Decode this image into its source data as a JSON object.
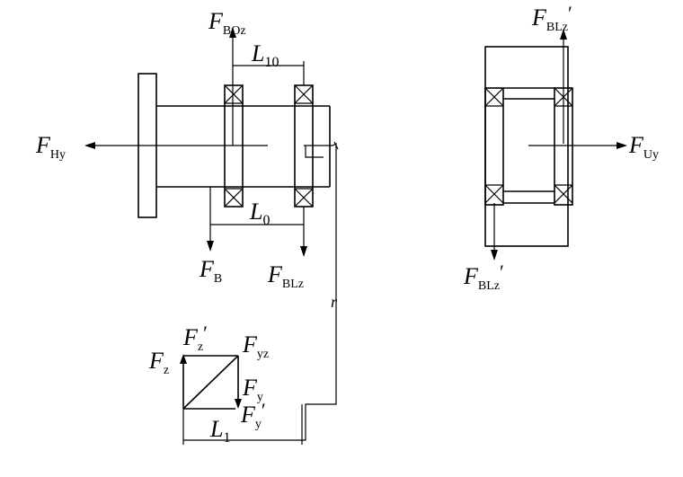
{
  "labels": {
    "f_boz": {
      "main": "F",
      "sub": "BOz",
      "prime": ""
    },
    "l10": {
      "main": "L",
      "sub": "10",
      "prime": ""
    },
    "f_hy": {
      "main": "F",
      "sub": "Hy",
      "prime": ""
    },
    "l0": {
      "main": "L",
      "sub": "0",
      "prime": ""
    },
    "f_b": {
      "main": "F",
      "sub": "B",
      "prime": ""
    },
    "f_blz": {
      "main": "F",
      "sub": "BLz",
      "prime": ""
    },
    "r": {
      "main": "r"
    },
    "f_blz_top": {
      "main": "F",
      "sub": "BLz",
      "prime": "′"
    },
    "f_uy": {
      "main": "F",
      "sub": "Uy",
      "prime": ""
    },
    "f_blz_bottom": {
      "main": "F",
      "sub": "BLz",
      "prime": "′"
    },
    "f_z_prime": {
      "main": "F",
      "sub": "z",
      "prime": "′"
    },
    "f_yz": {
      "main": "F",
      "sub": "yz",
      "prime": ""
    },
    "f_z": {
      "main": "F",
      "sub": "z",
      "prime": ""
    },
    "f_y": {
      "main": "F",
      "sub": "y",
      "prime": ""
    },
    "f_y_prime": {
      "main": "F",
      "sub": "y",
      "prime": "′"
    },
    "l1": {
      "main": "L",
      "sub": "1",
      "prime": ""
    }
  }
}
